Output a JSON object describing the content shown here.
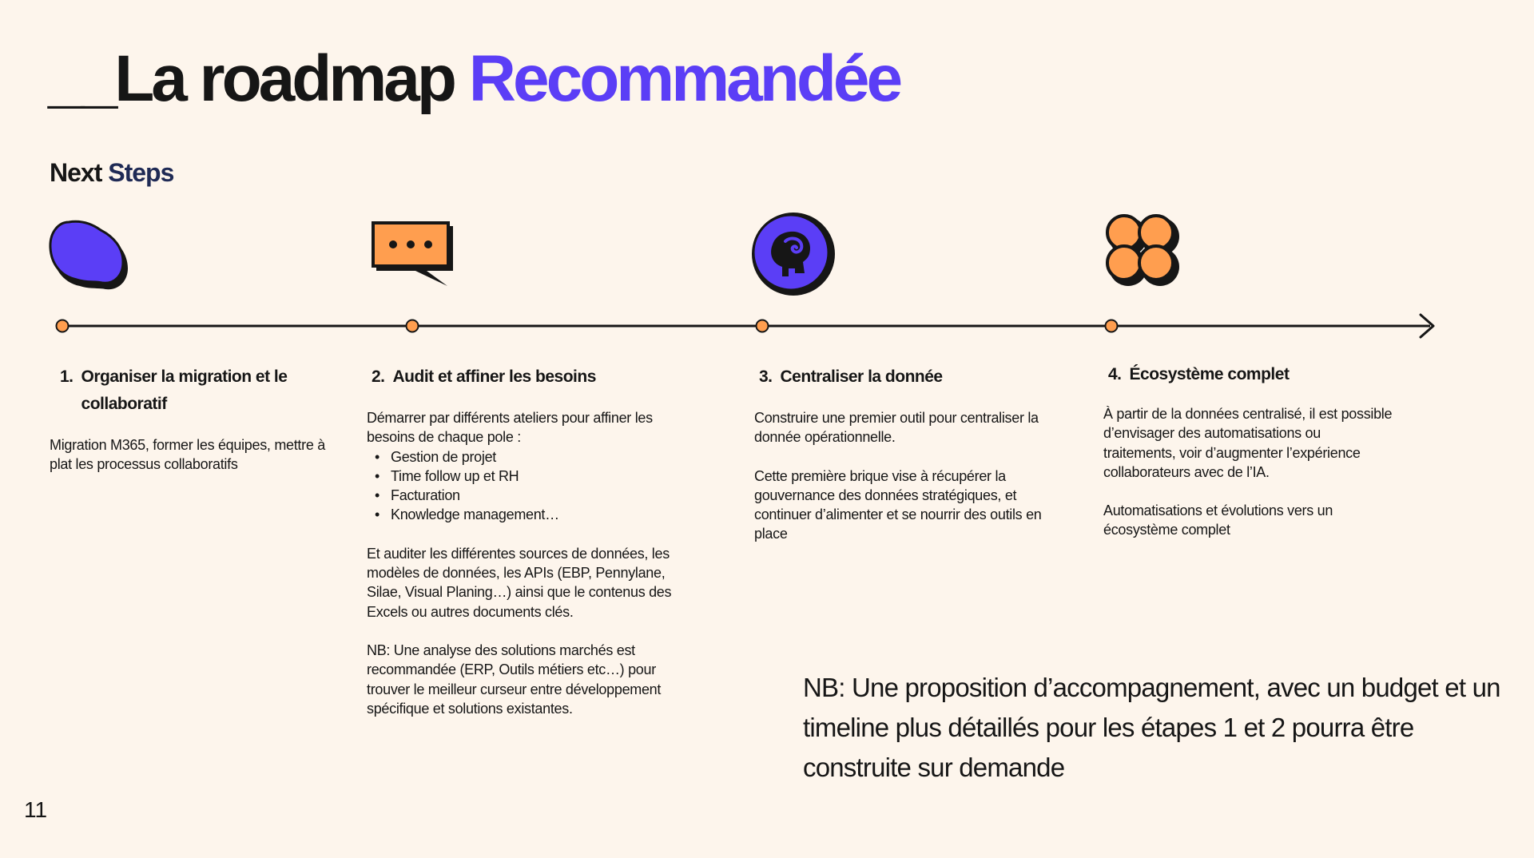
{
  "slide": {
    "title_prefix": "__La roadmap",
    "title_accent": "Recommandée",
    "subtitle_prefix": "Next",
    "subtitle_accent": "Steps",
    "page_number": "11"
  },
  "icons": [
    "cloud-icon",
    "speech-bubble-icon",
    "head-brain-icon",
    "flower-clover-icon"
  ],
  "colors": {
    "background": "#FDF5EC",
    "accent_purple": "#5B3EF6",
    "accent_orange": "#FF9E4F",
    "text": "#161616"
  },
  "steps": [
    {
      "number": "1.",
      "title": "Organiser la migration et le collaboratif",
      "paragraphs": [
        "Migration M365, former les équipes, mettre à plat les processus collaboratifs"
      ],
      "bullets": [],
      "paragraphs_after": []
    },
    {
      "number": "2.",
      "title": "Audit et affiner les besoins",
      "paragraphs": [
        "Démarrer par différents ateliers pour affiner les besoins de chaque pole :"
      ],
      "bullets": [
        "Gestion de projet",
        "Time follow up et RH",
        "Facturation",
        "Knowledge management…"
      ],
      "paragraphs_after": [
        "Et auditer les différentes sources de données, les modèles de données, les APIs (EBP, Pennylane, Silae, Visual Planing…) ainsi que le contenus des Excels ou autres documents clés.",
        "NB: Une analyse des solutions marchés est recommandée (ERP, Outils métiers etc…) pour trouver le meilleur curseur entre développement spécifique et solutions existantes."
      ]
    },
    {
      "number": "3.",
      "title": "Centraliser la donnée",
      "paragraphs": [
        "Construire une premier outil pour centraliser la donnée opérationnelle.",
        "Cette première brique vise à récupérer la gouvernance des données stratégiques, et continuer d’alimenter et se nourrir des outils en place"
      ],
      "bullets": [],
      "paragraphs_after": []
    },
    {
      "number": "4.",
      "title": "Écosystème complet",
      "paragraphs": [
        "À partir de la données centralisé, il est possible d’envisager des automatisations ou traitements, voir d’augmenter l’expérience collaborateurs avec de l’IA.",
        "Automatisations et évolutions vers un écosystème complet"
      ],
      "bullets": [],
      "paragraphs_after": []
    }
  ],
  "note": "NB: Une proposition d’accompagnement, avec un budget et un timeline plus détaillés pour les étapes 1 et 2 pourra être construite sur demande"
}
